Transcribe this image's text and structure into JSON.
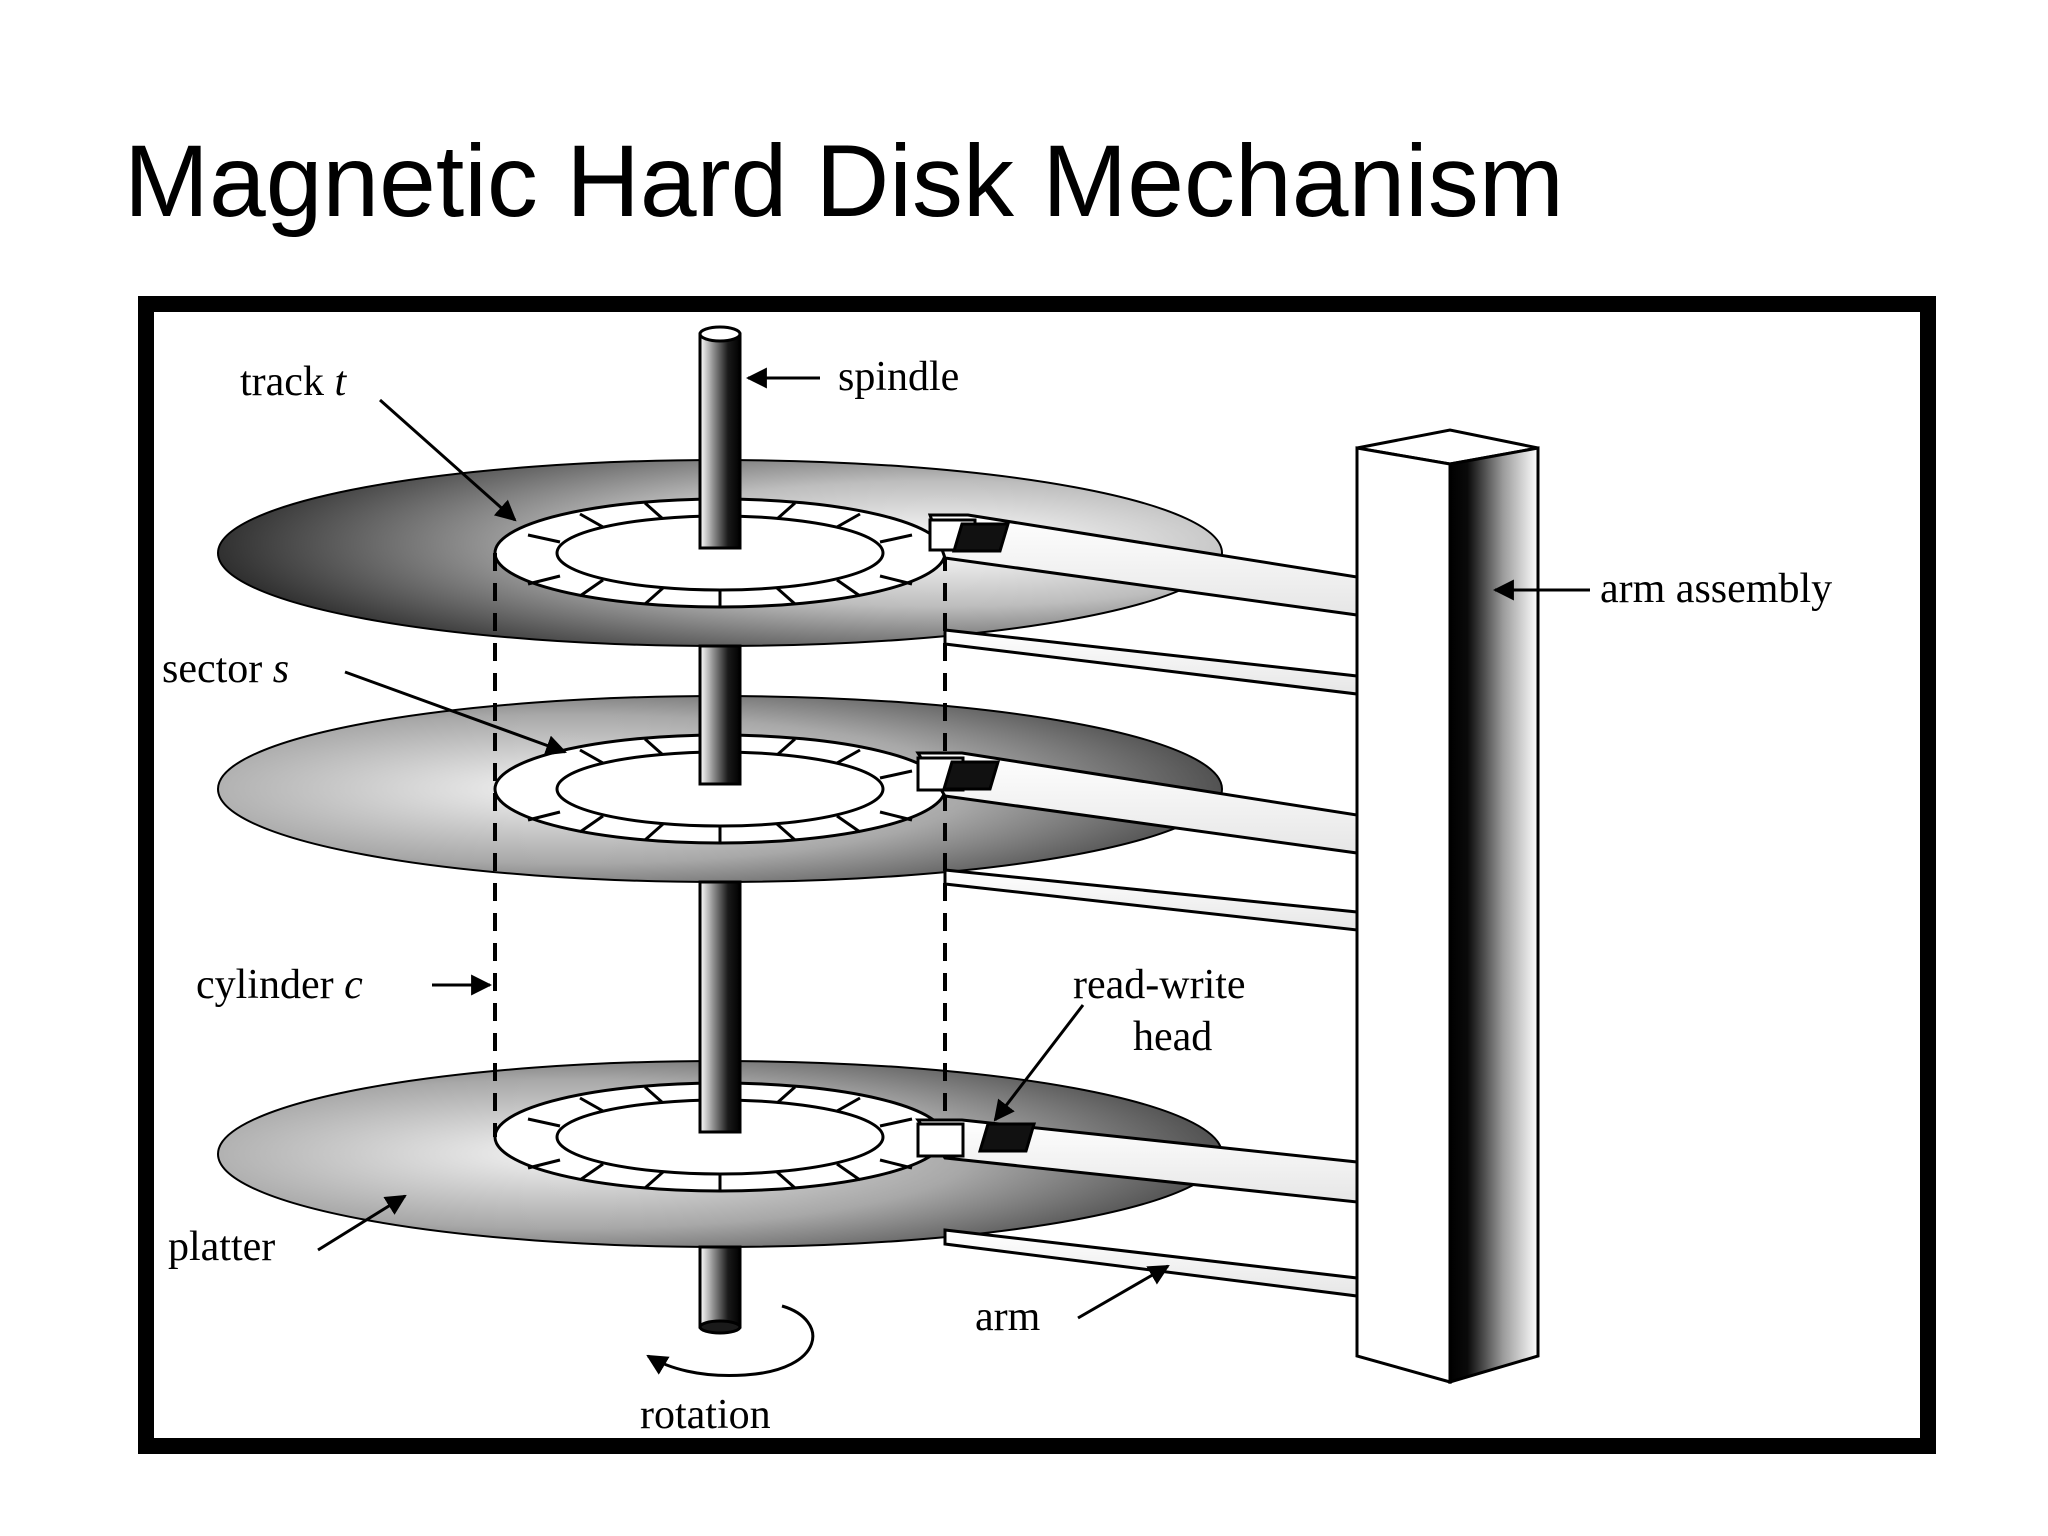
{
  "title": "Magnetic Hard Disk Mechanism",
  "labels": {
    "track": "track",
    "track_var": "t",
    "spindle": "spindle",
    "sector": "sector",
    "sector_var": "s",
    "arm_assembly": "arm assembly",
    "cylinder": "cylinder",
    "cylinder_var": "c",
    "read_write_head_line1": "read-write",
    "read_write_head_line2": "head",
    "platter": "platter",
    "arm": "arm",
    "rotation": "rotation"
  }
}
